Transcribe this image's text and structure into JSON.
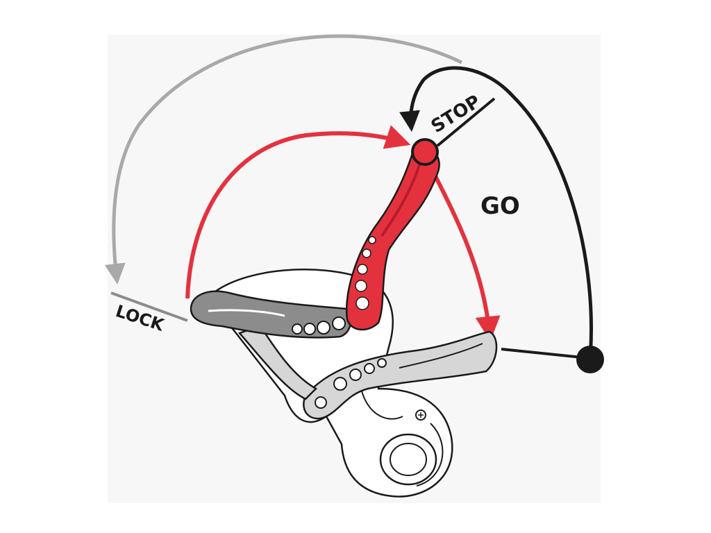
{
  "labels": {
    "stop": "STOP",
    "go": "GO",
    "lock": "LOCK"
  },
  "colors": {
    "red": "#e3323e",
    "red_dark": "#b71c2b",
    "gray_arrow": "#a9a9a9",
    "dark_gray_part": "#8c8c8c",
    "light_gray_part": "#d6d6d6",
    "black": "#1a1a1a",
    "panel": "#f7f7f7"
  }
}
